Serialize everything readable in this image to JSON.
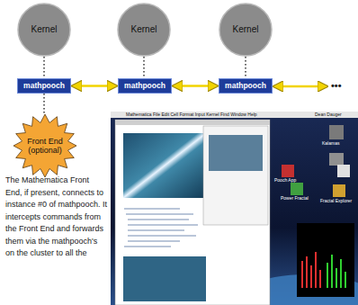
{
  "diagram": {
    "nodes": [
      {
        "text": [
          "Kernel"
        ]
      },
      {
        "text": [
          "Kernel"
        ]
      },
      {
        "text": [
          "Kernel"
        ]
      },
      {
        "text": [
          "mathpooch"
        ]
      },
      {
        "text": [
          "mathpooch"
        ]
      },
      {
        "text": [
          "mathpooch"
        ]
      },
      {
        "text": [
          "Front End (optional)"
        ]
      }
    ],
    "edges": [
      {
        "from": 0,
        "to": 3,
        "arrow": "none"
      },
      {
        "from": 1,
        "to": 4,
        "arrow": "none"
      },
      {
        "from": 2,
        "to": 5,
        "arrow": "none"
      },
      {
        "from": 3,
        "to": 4,
        "arrow": "both"
      },
      {
        "from": 4,
        "to": 5,
        "arrow": "both"
      },
      {
        "from": 3,
        "to": 6,
        "arrow": "none"
      }
    ],
    "labels": [
      "•••",
      "The Mathematica Front End, if present, connects to instance #0 of mathpooch. It intercepts commands from the Front End and forwards them via the mathpooch's on the cluster to all the",
      "Mathematica File Edit Cell Format Input Kernel Find Window Help",
      "Dean Dauger",
      "Kalamas",
      "Pooch App",
      "Power Fractal",
      "Fractal Explorer"
    ]
  }
}
